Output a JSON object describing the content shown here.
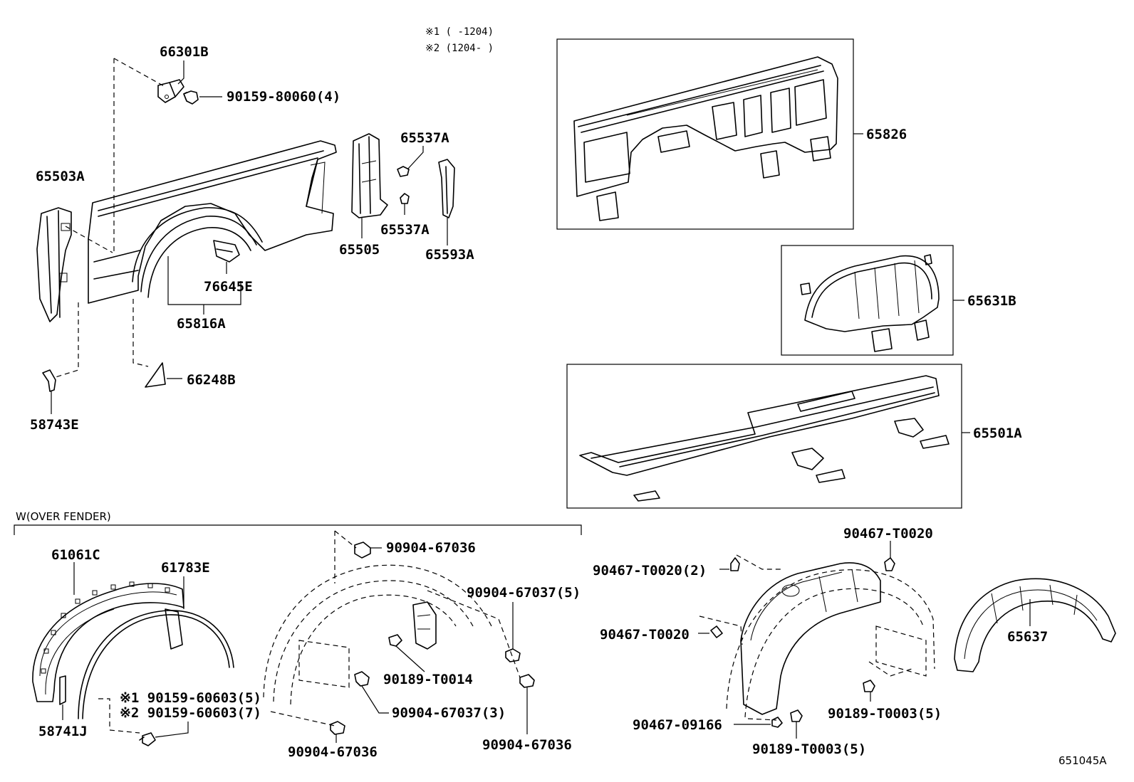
{
  "notes": {
    "n1": "※1 (     -1204)",
    "n2": "※2 (1204-     )"
  },
  "section_header": "W(OVER FENDER)",
  "figure_id": "651045A",
  "parts": {
    "p66301B": "66301B",
    "p90159_80060": "90159-80060(4)",
    "p65503A": "65503A",
    "p65537A_top": "65537A",
    "p65537A_bottom": "65537A",
    "p65505": "65505",
    "p65593A": "65593A",
    "p76645E": "76645E",
    "p65816A": "65816A",
    "p66248B": "66248B",
    "p58743E": "58743E",
    "p65826": "65826",
    "p65631B": "65631B",
    "p65501A": "65501A",
    "p61061C": "61061C",
    "p61783E": "61783E",
    "p58741J": "58741J",
    "p90159_60603_5": "※1 90159-60603(5)",
    "p90159_60603_7": "※2 90159-60603(7)",
    "p90904_67036_a": "90904-67036",
    "p90904_67037_5": "90904-67037(5)",
    "p90189_T0014": "90189-T0014",
    "p90904_67037_3": "90904-67037(3)",
    "p90904_67036_b": "90904-67036",
    "p90904_67036_c": "90904-67036",
    "p90467_T0020_2": "90467-T0020(2)",
    "p90467_T0020_a": "90467-T0020",
    "p90467_T0020_b": "90467-T0020",
    "p90189_T0003_a": "90189-T0003(5)",
    "p90467_09166": "90467-09166",
    "p90189_T0003_b": "90189-T0003(5)",
    "p65637": "65637"
  }
}
